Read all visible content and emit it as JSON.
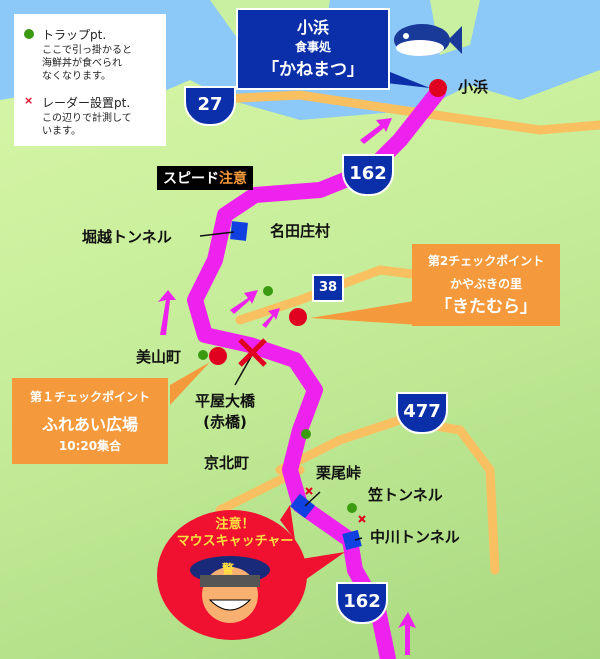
{
  "legend": {
    "trap_title": "トラップpt.",
    "trap_desc1": "ここで引っ掛かると",
    "trap_desc2": "海鮮丼が食べられ",
    "trap_desc3": "なくなります。",
    "radar_title": "レーダー設置pt.",
    "radar_desc1": "この辺りで計測して",
    "radar_desc2": "います。",
    "trap_color": "#3a9a10",
    "radar_color": "#e00020"
  },
  "obama_box": {
    "line1": "小浜",
    "line2": "食事処",
    "line3": "「かねまつ」"
  },
  "places": {
    "obama": "小浜",
    "natasho": "名田庄村",
    "horikoshi": "堀越トンネル",
    "miyama": "美山町",
    "hiraya1": "平屋大橋",
    "hiraya2": "(赤橋)",
    "keihoku": "京北町",
    "kurio": "栗尾峠",
    "kasa": "笠トンネル",
    "nakagawa": "中川トンネル"
  },
  "speed_warning": {
    "prefix": "スピード",
    "suffix": "注意"
  },
  "routes": {
    "r27": "27",
    "r162a": "162",
    "r38": "38",
    "r477": "477",
    "r162b": "162"
  },
  "checkpoint2": {
    "line1": "第2チェックポイント",
    "line2": "かやぶきの里",
    "line3": "「きたむら」"
  },
  "checkpoint1": {
    "line1": "第１チェックポイント",
    "line2": "ふれあい広場",
    "line3": "10:20集合"
  },
  "mouse_catcher": {
    "line1": "注意！",
    "line2": "マウスキャッチャー",
    "badge": "警"
  },
  "colors": {
    "route": "#ee22ee",
    "sea": "#8cc8f8",
    "road": "#f8c060",
    "checkpoint": "#f59a3c",
    "callout": "#0a2fa8",
    "bubble": "#f01030"
  }
}
